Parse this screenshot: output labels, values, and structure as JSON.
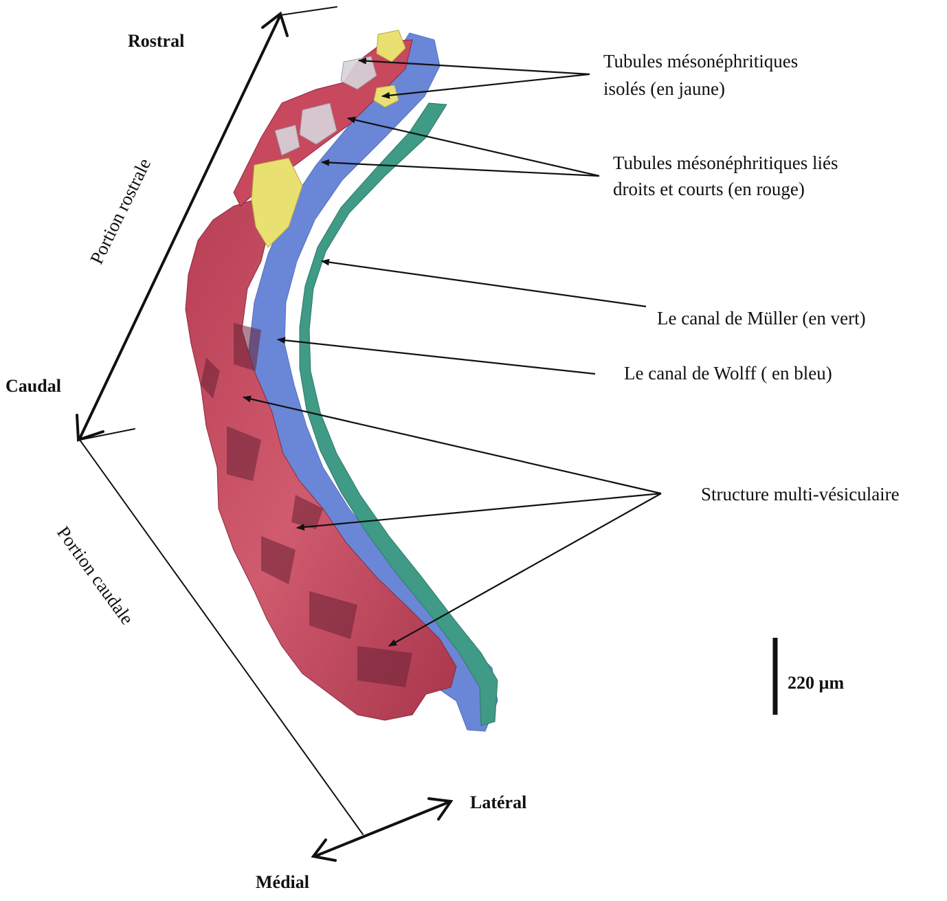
{
  "orientation": {
    "rostral": "Rostral",
    "caudal": "Caudal",
    "lateral": "Latéral",
    "medial": "Médial",
    "rostral_portion": "Portion rostrale",
    "caudal_portion": "Portion caudale"
  },
  "annotations": {
    "isolated_tubules_line1": "Tubules mésonéphritiques",
    "isolated_tubules_line2": "isolés (en jaune)",
    "linked_tubules_line1": "Tubules mésonéphritiques liés",
    "linked_tubules_line2": "droits et courts (en rouge)",
    "muller_duct": "Le canal de Müller (en vert)",
    "wolff_duct": "Le canal de Wolff ( en bleu)",
    "multi_vesicular": "Structure multi-vésiculaire"
  },
  "scale_bar": {
    "label": "220 µm"
  },
  "colors": {
    "isolated_tubules": "#e8e070",
    "linked_tubules": "#c8485e",
    "wolff_duct": "#6a86d6",
    "muller_duct": "#3f9a86",
    "arrows": "#111111"
  }
}
